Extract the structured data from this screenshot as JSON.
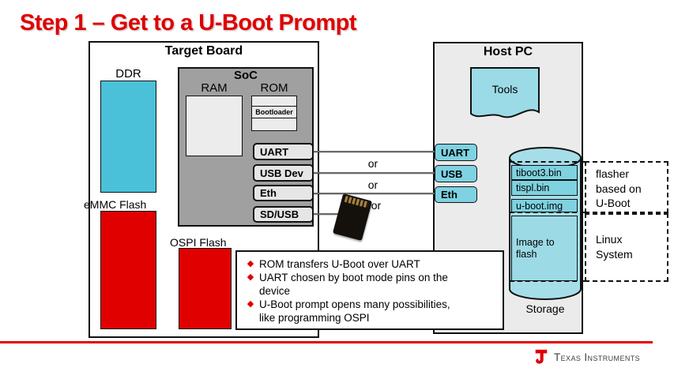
{
  "title": "Step 1 – Get to a U-Boot Prompt",
  "colors": {
    "accent_red": "#e00000",
    "ddr_cyan": "#4ac1d8",
    "host_cyan_light": "#9bdbe7",
    "host_cyan_mid": "#7ed2e2",
    "soc_gray": "#a0a0a0",
    "hostpc_gray": "#ebebeb"
  },
  "target_board": {
    "title": "Target Board",
    "ddr_label": "DDR",
    "emmc_label": "eMMC Flash",
    "ospi_label": "OSPI Flash",
    "soc": {
      "title": "SoC",
      "ram_label": "RAM",
      "rom_label": "ROM",
      "bootloader_label": "Bootloader",
      "ports": [
        {
          "label": "UART"
        },
        {
          "label": "USB Dev"
        },
        {
          "label": "Eth"
        },
        {
          "label": "SD/USB"
        }
      ]
    }
  },
  "connections": {
    "or_labels": [
      "or",
      "or",
      "or"
    ],
    "sd_card_icon": "microsd-card"
  },
  "host_pc": {
    "title": "Host PC",
    "tools_label": "Tools",
    "ports": [
      {
        "label": "UART"
      },
      {
        "label": "USB"
      },
      {
        "label": "Eth"
      }
    ],
    "storage": {
      "label": "Storage",
      "files": [
        {
          "name": "tiboot3.bin"
        },
        {
          "name": "tispl.bin"
        },
        {
          "name": "u-boot.img"
        }
      ],
      "image_to_flash_lines": [
        "Image to",
        "flash"
      ]
    }
  },
  "annotations": {
    "flasher_lines": [
      "flasher",
      "based on",
      "U-Boot"
    ],
    "linux_lines": [
      "Linux",
      "System"
    ]
  },
  "notes": {
    "bullet_icon": "diamond",
    "items": [
      {
        "lines": [
          "ROM transfers U-Boot over UART"
        ]
      },
      {
        "lines": [
          "UART chosen by boot mode pins on the",
          "device"
        ]
      },
      {
        "lines": [
          "U-Boot prompt opens many possibilities,",
          "like programming OSPI"
        ]
      }
    ]
  },
  "footer": {
    "brand": "Texas Instruments"
  }
}
